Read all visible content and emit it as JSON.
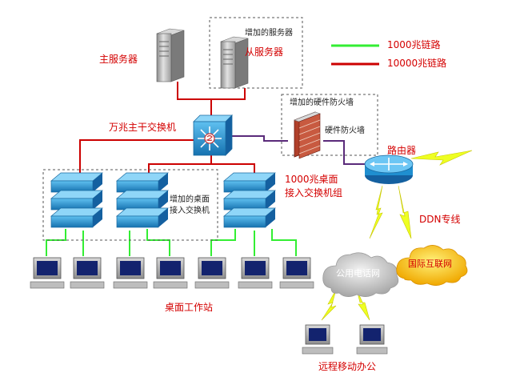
{
  "colors": {
    "gigabit_link": "#33ee33",
    "ten_gigabit_link": "#cc0000",
    "purple_link": "#5a2a7a",
    "lightning": "#eeff22",
    "device_blue": "#1f8fd0",
    "label_red": "#d40000"
  },
  "legend": {
    "gigabit": "1000兆链路",
    "ten_gigabit": "10000兆链路"
  },
  "servers": {
    "main": "主服务器",
    "added_caption": "增加的服务器",
    "slave": "从服务器"
  },
  "core": {
    "label": "万兆主干交换机"
  },
  "firewall": {
    "added_caption": "增加的硬件防火墙",
    "label": "硬件防火墙"
  },
  "router": {
    "label": "路由器"
  },
  "desktop_switches": {
    "added_caption_line1": "增加的桌面",
    "added_caption_line2": "接入交换机",
    "group_line1": "1000兆桌面",
    "group_line2": "接入交换机组"
  },
  "workstations": {
    "label": "桌面工作站"
  },
  "clouds": {
    "pstn": "公用电话网",
    "internet": "国际互联网"
  },
  "links": {
    "ddn": "DDN专线"
  },
  "remote": {
    "label": "远程移动办公"
  }
}
